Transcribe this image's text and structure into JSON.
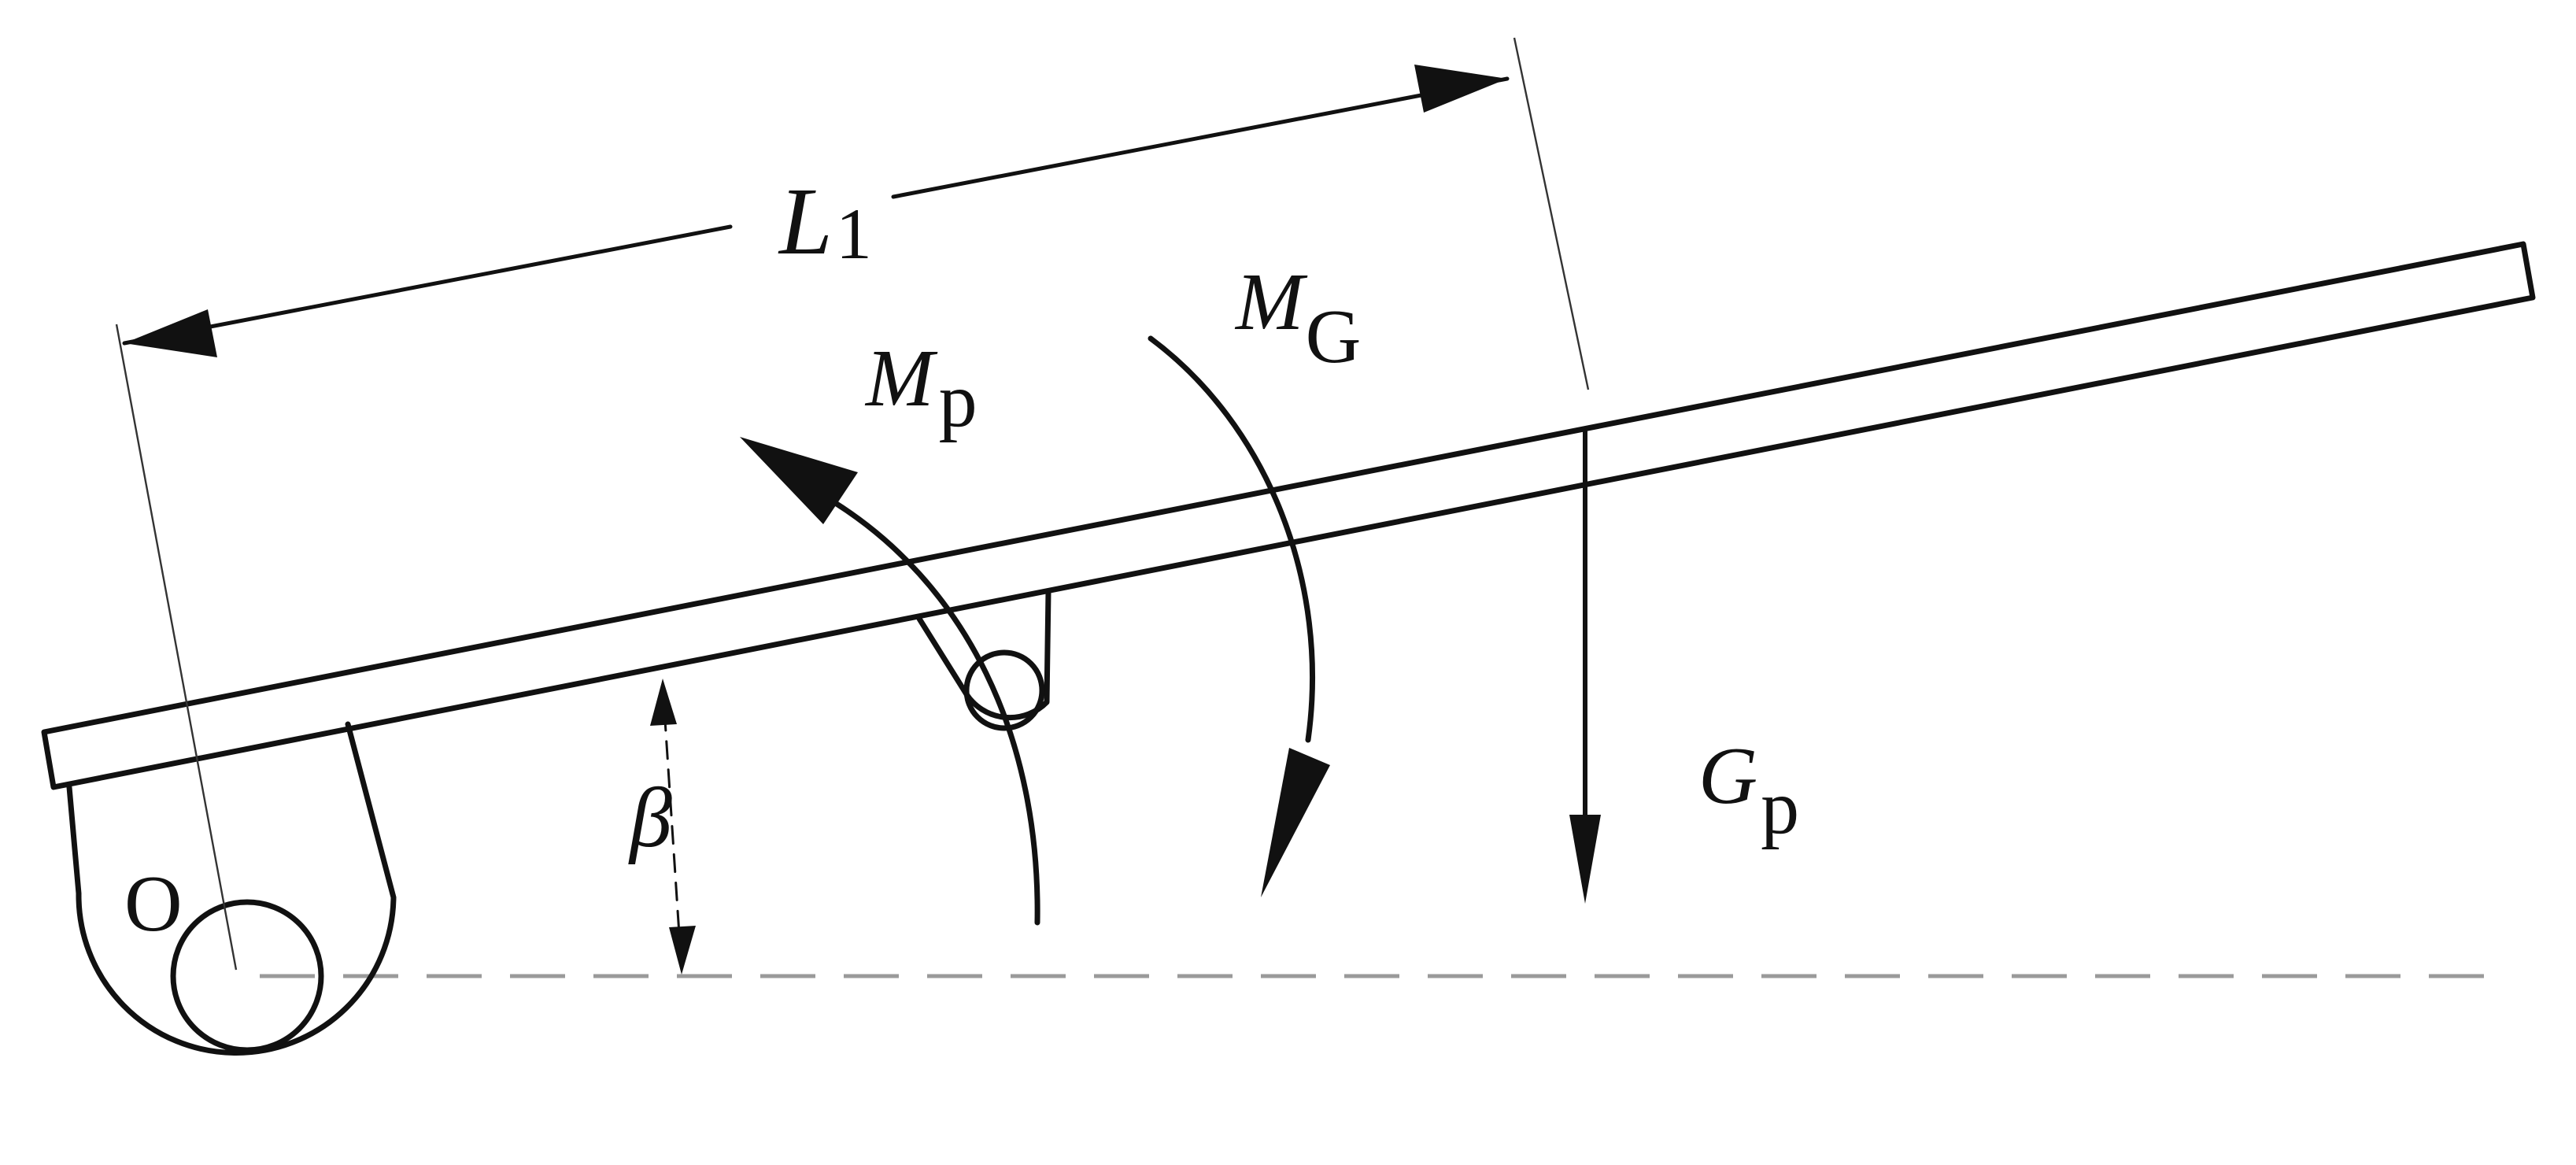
{
  "labels": {
    "l1_main": "L",
    "l1_sub": "1",
    "mp_main": "M",
    "mp_sub": "p",
    "mg_main": "M",
    "mg_sub": "G",
    "gp_main": "G",
    "gp_sub": "p",
    "beta": "β",
    "pivot": "O"
  },
  "colors": {
    "ink": "#111111",
    "dashed_line": "#9a9a9a",
    "background": "#ffffff"
  }
}
